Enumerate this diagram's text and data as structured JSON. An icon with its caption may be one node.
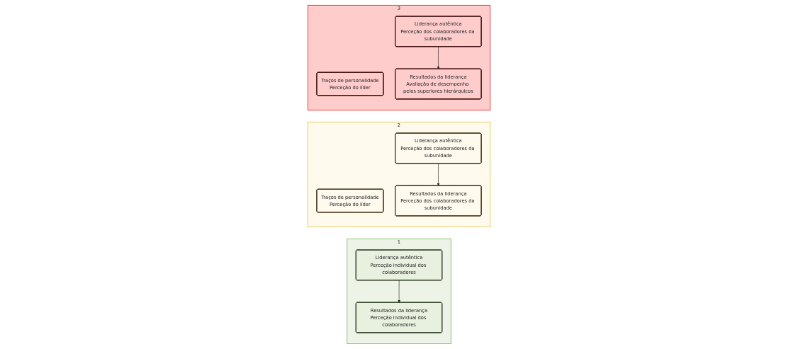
{
  "diagram": {
    "nodes": [
      {
        "text": [
          "1"
        ]
      },
      {
        "text": [
          "Liderança autêntica",
          "Perceção individual dos colaboradores"
        ],
        "in": 0
      },
      {
        "text": [
          "Resultados da liderança",
          "Perceção individual dos colaboradores"
        ],
        "in": 0
      },
      {
        "text": [
          "2"
        ]
      },
      {
        "text": [
          "Traços de personalidade",
          "Perceção do líder"
        ],
        "in": 3
      },
      {
        "text": [
          "Liderança autêntica",
          "Perceção dos colaboradores da subunidade"
        ],
        "in": 3
      },
      {
        "text": [
          "Resultados da liderança",
          "Perceção dos colaboradores da subunidade"
        ],
        "in": 3
      },
      {
        "text": [
          "3"
        ]
      },
      {
        "text": [
          "Traços de personalidade",
          "Perceção do líder"
        ],
        "in": 7
      },
      {
        "text": [
          "Liderança autêntica",
          "Perceção dos colaboradores da subunidade"
        ],
        "in": 7
      },
      {
        "text": [
          "Resultados da liderança",
          "Avaliação de desempenho pelos superiores hierárquicos"
        ],
        "in": 7
      }
    ],
    "edges": [
      {
        "from": 1,
        "to": 2,
        "arrow": "to"
      },
      {
        "from": 5,
        "to": 6,
        "arrow": "to"
      },
      {
        "from": 9,
        "to": 10,
        "arrow": "to"
      }
    ]
  }
}
